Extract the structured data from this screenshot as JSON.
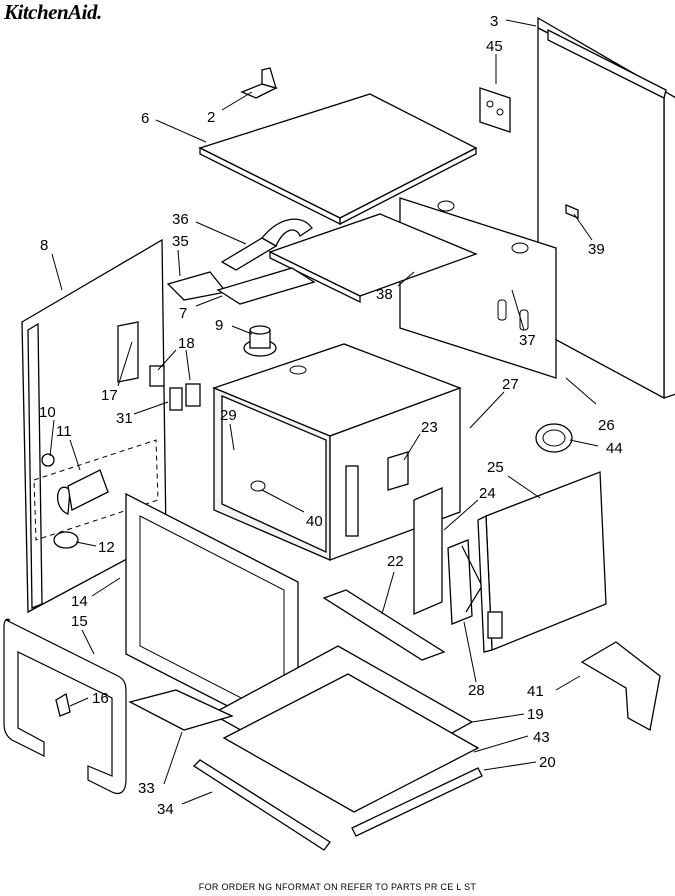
{
  "brand": {
    "logo_text": "KitchenAid."
  },
  "footer": {
    "text": "FOR ORDER NG NFORMAT ON REFER TO PARTS PR CE L ST"
  },
  "callouts": [
    {
      "id": "1",
      "label": "2"
    },
    {
      "id": "2",
      "label": "3"
    },
    {
      "id": "3",
      "label": "45"
    },
    {
      "id": "4",
      "label": "6"
    },
    {
      "id": "5",
      "label": "36"
    },
    {
      "id": "6",
      "label": "35"
    },
    {
      "id": "7",
      "label": "8"
    },
    {
      "id": "8",
      "label": "39"
    },
    {
      "id": "9",
      "label": "38"
    },
    {
      "id": "10",
      "label": "7"
    },
    {
      "id": "11",
      "label": "9"
    },
    {
      "id": "12",
      "label": "18"
    },
    {
      "id": "13",
      "label": "37"
    },
    {
      "id": "14",
      "label": "17"
    },
    {
      "id": "15",
      "label": "27"
    },
    {
      "id": "16",
      "label": "31"
    },
    {
      "id": "17",
      "label": "10"
    },
    {
      "id": "18",
      "label": "11"
    },
    {
      "id": "19",
      "label": "29"
    },
    {
      "id": "20",
      "label": "23"
    },
    {
      "id": "21",
      "label": "26"
    },
    {
      "id": "22",
      "label": "44"
    },
    {
      "id": "23",
      "label": "25"
    },
    {
      "id": "24",
      "label": "24"
    },
    {
      "id": "25",
      "label": "40"
    },
    {
      "id": "26",
      "label": "12"
    },
    {
      "id": "27",
      "label": "22"
    },
    {
      "id": "28",
      "label": "14"
    },
    {
      "id": "29",
      "label": "15"
    },
    {
      "id": "30",
      "label": "16"
    },
    {
      "id": "31",
      "label": "28"
    },
    {
      "id": "32",
      "label": "41"
    },
    {
      "id": "33",
      "label": "19"
    },
    {
      "id": "34",
      "label": "43"
    },
    {
      "id": "35",
      "label": "33"
    },
    {
      "id": "36",
      "label": "20"
    },
    {
      "id": "37",
      "label": "34"
    }
  ]
}
